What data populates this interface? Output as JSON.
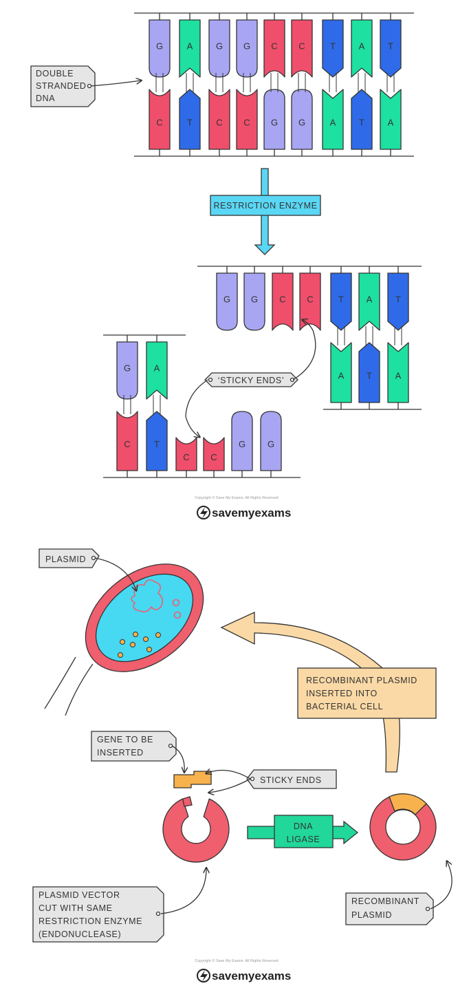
{
  "top": {
    "dna": {
      "top_bases": [
        "G",
        "A",
        "G",
        "G",
        "C",
        "C",
        "T",
        "A",
        "T"
      ],
      "bottom_bases": [
        "C",
        "T",
        "C",
        "C",
        "G",
        "G",
        "A",
        "T",
        "A"
      ]
    },
    "label_double_stranded": [
      "DOUBLE",
      "STRANDED",
      "DNA"
    ],
    "label_restriction_enzyme": "RESTRICTION   ENZYME",
    "cut_right_top": [
      "G",
      "G",
      "C",
      "C",
      "T",
      "A",
      "T"
    ],
    "cut_right_bottom": [
      "A",
      "T",
      "A"
    ],
    "cut_left_top": [
      "G",
      "A"
    ],
    "cut_left_bottom": [
      "C",
      "T",
      "C",
      "C",
      "G",
      "G"
    ],
    "label_sticky_ends": "‘STICKY   ENDS’",
    "copyright": "Copyright © Save My Exams. All Rights Reserved",
    "logo": "savemyexams"
  },
  "bottom": {
    "label_plasmid": "PLASMID",
    "label_recombinant_inserted": [
      "RECOMBINANT   PLASMID",
      "INSERTED   INTO",
      "BACTERIAL   CELL"
    ],
    "label_gene": [
      "GENE   TO   BE",
      "INSERTED"
    ],
    "label_sticky_ends": "STICKY   ENDS",
    "label_dna_ligase": [
      "DNA",
      "LIGASE"
    ],
    "label_plasmid_vector": [
      "PLASMID   VECTOR",
      "CUT   WITH   SAME",
      "RESTRICTION    ENZYME",
      "(ENDONUCLEASE)"
    ],
    "label_recombinant_plasmid": [
      "RECOMBINANT",
      "PLASMID"
    ],
    "copyright": "Copyright © Save My Exams. All Rights Reserved",
    "logo": "savemyexams"
  },
  "colors": {
    "G": "#a8a6f2",
    "C": "#ef4f6b",
    "A": "#1ee0a0",
    "T": "#2f6be8",
    "enzyme_arrow": "#5ad7f5",
    "ligase_arrow": "#21d79a",
    "label_box": "#e6e6e6",
    "cell_wall": "#ef5f6e",
    "cytoplasm": "#47d8f2",
    "gene": "#f7b24e",
    "big_arrow": "#fbd9a6"
  }
}
